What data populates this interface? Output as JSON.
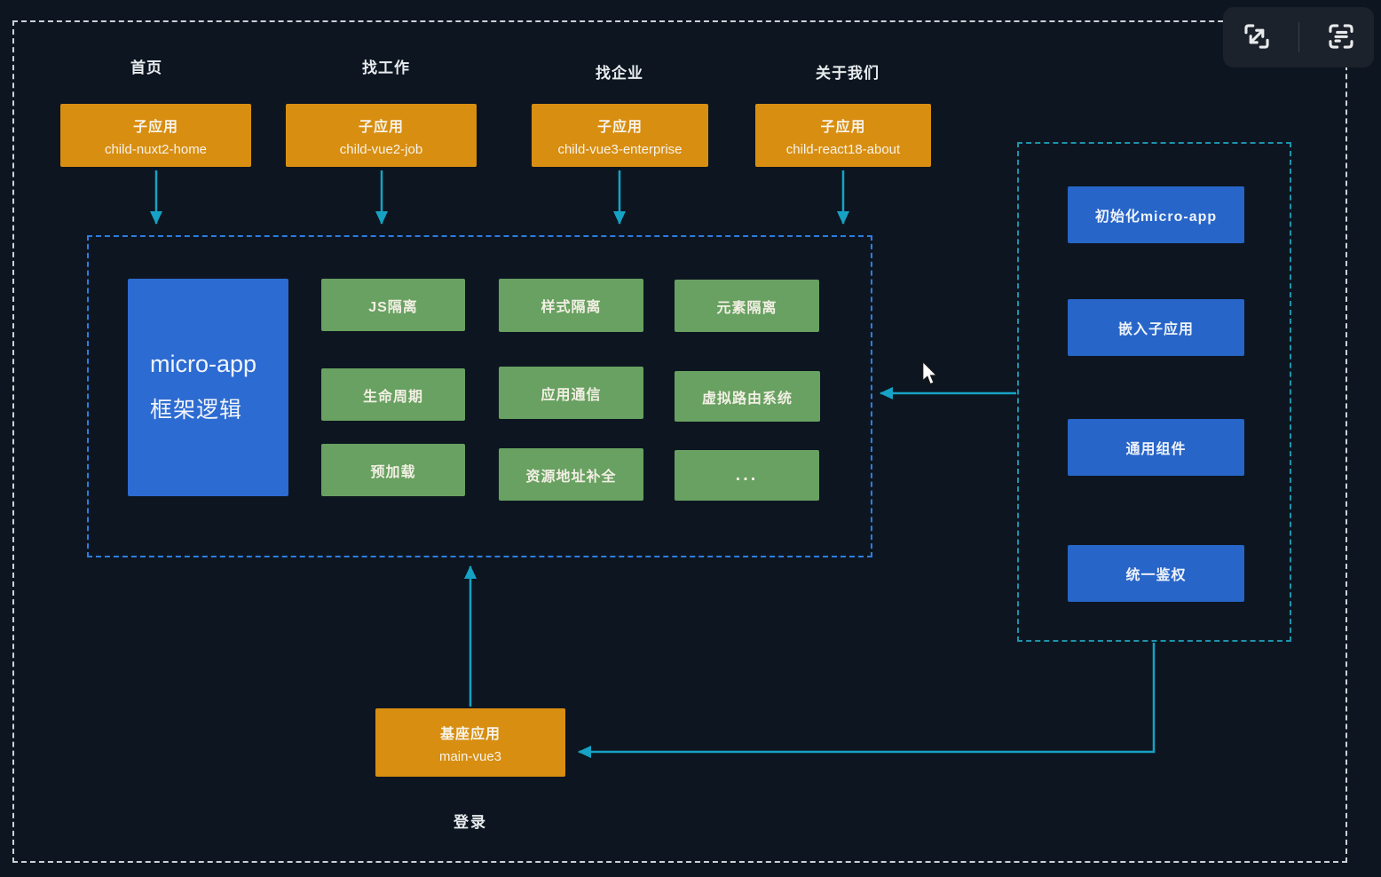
{
  "colors": {
    "background": "#0d1620",
    "sub_app_orange": "#d88e11",
    "feature_green": "#68a161",
    "core_blue": "#2c6bd2",
    "step_blue": "#2765c9",
    "arrow_teal": "#16a2c4",
    "core_border_blue": "#2d7de2",
    "panel_border_teal": "#1e93ac",
    "outer_border_gray": "#ccd2d7"
  },
  "top_nav": [
    {
      "label": "首页",
      "app_title": "子应用",
      "app_name": "child-nuxt2-home"
    },
    {
      "label": "找工作",
      "app_title": "子应用",
      "app_name": "child-vue2-job"
    },
    {
      "label": "找企业",
      "app_title": "子应用",
      "app_name": "child-vue3-enterprise"
    },
    {
      "label": "关于我们",
      "app_title": "子应用",
      "app_name": "child-react18-about"
    }
  ],
  "core": {
    "title_line1": "micro-app",
    "title_line2": "框架逻辑",
    "features": [
      "JS隔离",
      "样式隔离",
      "元素隔离",
      "生命周期",
      "应用通信",
      "虚拟路由系统",
      "预加载",
      "资源地址补全",
      "..."
    ]
  },
  "right_panel": {
    "steps": [
      "初始化micro-app",
      "嵌入子应用",
      "通用组件",
      "统一鉴权"
    ]
  },
  "base_app": {
    "title": "基座应用",
    "name": "main-vue3",
    "action_label": "登录"
  }
}
